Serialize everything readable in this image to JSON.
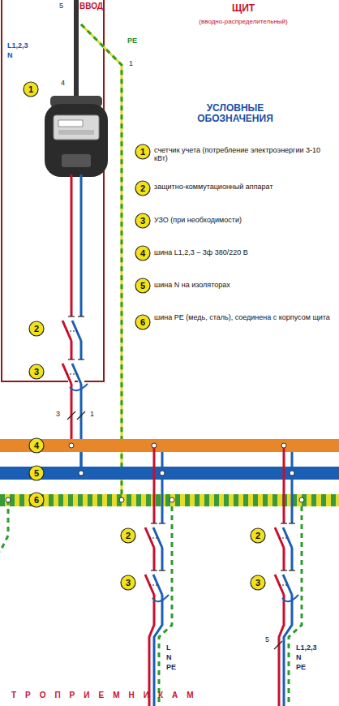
{
  "diagram": {
    "title": "ЩИТ",
    "labels": [
      "(вводно-распределительный)",
      "ВВОД",
      "5",
      "L1,2,3",
      "N",
      "PE",
      "1",
      "4",
      "1",
      "УСЛОВНЫЕ ОБОЗНАЧЕНИЯ",
      "1",
      "2",
      "3",
      "4",
      "5",
      "6",
      "2",
      "3",
      "3",
      "1",
      "4",
      "5",
      "6",
      "2",
      "3",
      "2",
      "3",
      "L",
      "N",
      "PE",
      "5",
      "L1,2,3",
      "N",
      "PE",
      "ТРОПРИЕМНИКАМ"
    ],
    "legend": [
      {
        "text": "счетчик учета (потребление электроэнергии 3-10 кВт)"
      },
      {
        "text": "защитно-коммутационный аппарат"
      },
      {
        "text": "УЗО (при необходимости)"
      },
      {
        "text": "шина L1,2,3 – 3ф 380/220 В"
      },
      {
        "text": "шина N на изоляторах"
      },
      {
        "text": "шина PE (медь, сталь), соединена с корпусом щита"
      }
    ]
  }
}
